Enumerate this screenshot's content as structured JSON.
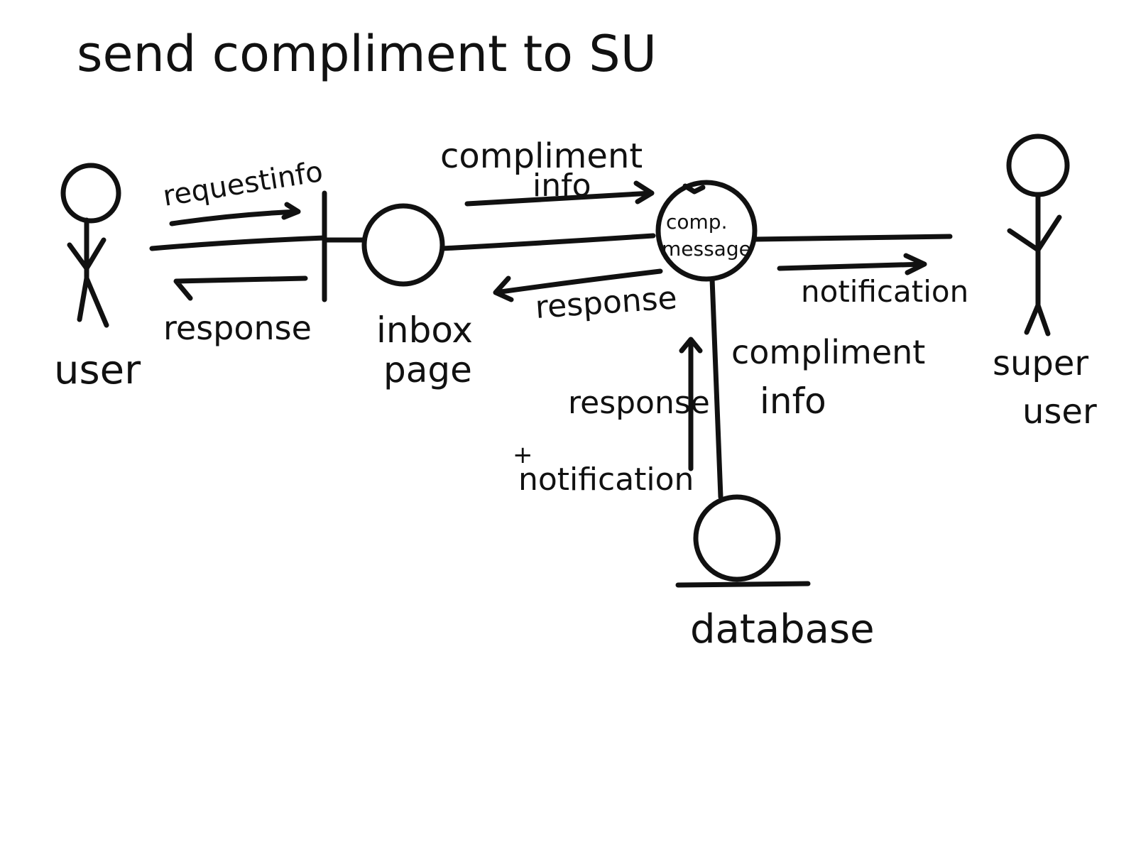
{
  "title": "send compliment to SU",
  "colors": {
    "ink": "#111111",
    "background": "#ffffff"
  },
  "actors": {
    "user": "user",
    "super_user": [
      "super",
      "user"
    ]
  },
  "objects": {
    "boundary": [
      "inbox",
      "page"
    ],
    "control": [
      "comp.",
      "message"
    ],
    "entity": "database"
  },
  "messages": {
    "request_info": "requestinfo",
    "response_to_user": "response",
    "compliment_info_top": [
      "compliment",
      "info"
    ],
    "response_to_inbox": "response",
    "notification_to_su": "notification",
    "compliment_info_db": [
      "compliment",
      "info"
    ],
    "response_notification_db": [
      "response",
      "+",
      "notification"
    ]
  }
}
